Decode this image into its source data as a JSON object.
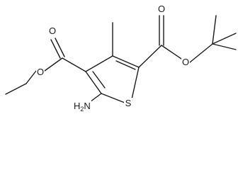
{
  "molecule": {
    "atoms": {
      "amine": "H2N",
      "sulfur": "S",
      "ester_left_carbonyl_O": "O",
      "ester_left_ether_O": "O",
      "ester_right_carbonyl_O": "O",
      "ester_right_ether_O": "O"
    }
  }
}
